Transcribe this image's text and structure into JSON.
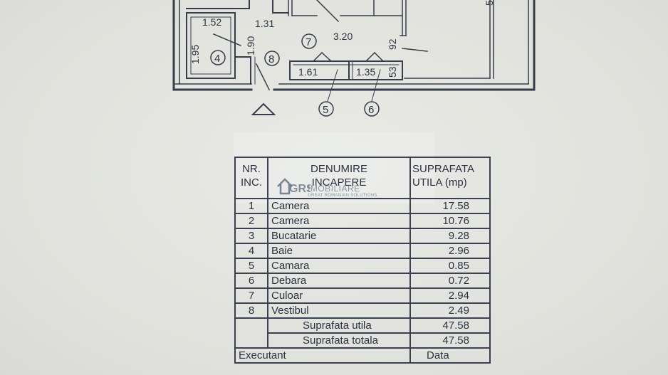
{
  "plan": {
    "dimensions": [
      "1.52",
      "1.31",
      "3.20",
      "1.95",
      "1.90",
      "92",
      "1.61",
      "1.35",
      "53",
      "5"
    ],
    "room_markers": [
      "4",
      "8",
      "7",
      "5",
      "6"
    ]
  },
  "watermark": {
    "logo_text": "GRS",
    "name": "IMOBILIARE",
    "tagline": "GREAT ROMANIAN SOLUTIONS"
  },
  "table": {
    "headers": {
      "nr": [
        "NR.",
        "INC."
      ],
      "denumire": [
        "DENUMIRE",
        "INCAPERE"
      ],
      "suprafata": [
        "SUPRAFATA",
        "UTILA  (mp)"
      ]
    },
    "rows": [
      {
        "nr": "1",
        "name": "Camera",
        "area": "17.58"
      },
      {
        "nr": "2",
        "name": "Camera",
        "area": "10.76"
      },
      {
        "nr": "3",
        "name": "Bucatarie",
        "area": "9.28"
      },
      {
        "nr": "4",
        "name": "Baie",
        "area": "2.96"
      },
      {
        "nr": "5",
        "name": "Camara",
        "area": "0.85"
      },
      {
        "nr": "6",
        "name": "Debara",
        "area": "0.72"
      },
      {
        "nr": "7",
        "name": "Culoar",
        "area": "2.94"
      },
      {
        "nr": "8",
        "name": "Vestibul",
        "area": "2.49"
      }
    ],
    "totals": [
      {
        "label": "Suprafata utila",
        "value": "47.58"
      },
      {
        "label": "Suprafata totala",
        "value": "47.58"
      }
    ],
    "footer": {
      "left": "Executant",
      "right": "Data"
    }
  }
}
